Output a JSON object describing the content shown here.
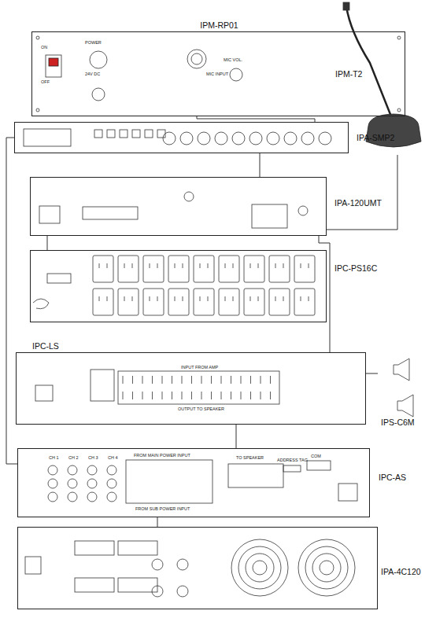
{
  "diagram": {
    "nodes": [
      {
        "text": [
          "IPM-RP01"
        ]
      },
      {
        "text": [
          "IPM-T2"
        ]
      },
      {
        "text": [
          "IPA-SMP2"
        ]
      },
      {
        "text": [
          "IPA-120UMT"
        ]
      },
      {
        "text": [
          "IPC-PS16C"
        ]
      },
      {
        "text": [
          "IPC-LS"
        ]
      },
      {
        "text": [
          "IPS-C6M"
        ]
      },
      {
        "text": [
          "IPC-AS"
        ]
      },
      {
        "text": [
          "IPA-4C120"
        ]
      }
    ],
    "edges": [
      {
        "from": 0,
        "to": 2,
        "arrow": "none"
      },
      {
        "from": 1,
        "to": 3,
        "arrow": "none"
      },
      {
        "from": 2,
        "to": 3,
        "arrow": "none"
      },
      {
        "from": 2,
        "to": 7,
        "arrow": "none"
      },
      {
        "from": 3,
        "to": 4,
        "arrow": "none"
      },
      {
        "from": 3,
        "to": 5,
        "arrow": "none"
      },
      {
        "from": 5,
        "to": 6,
        "arrow": "none"
      },
      {
        "from": 5,
        "to": 7,
        "arrow": "none"
      },
      {
        "from": 7,
        "to": 8,
        "arrow": "none"
      }
    ],
    "labels": [
      "ON",
      "OFF",
      "POWER",
      "24V DC",
      "MIC INPUT",
      "MIC VOL.",
      "INPUT FROM AMP",
      "OUTPUT TO SPEAKER",
      "CH 1",
      "CH 2",
      "CH 3",
      "CH 4",
      "FROM MAIN POWER INPUT",
      "FROM SUB POWER INPUT",
      "TO SPEAKER",
      "ADDRESS TAG",
      "COM"
    ]
  }
}
